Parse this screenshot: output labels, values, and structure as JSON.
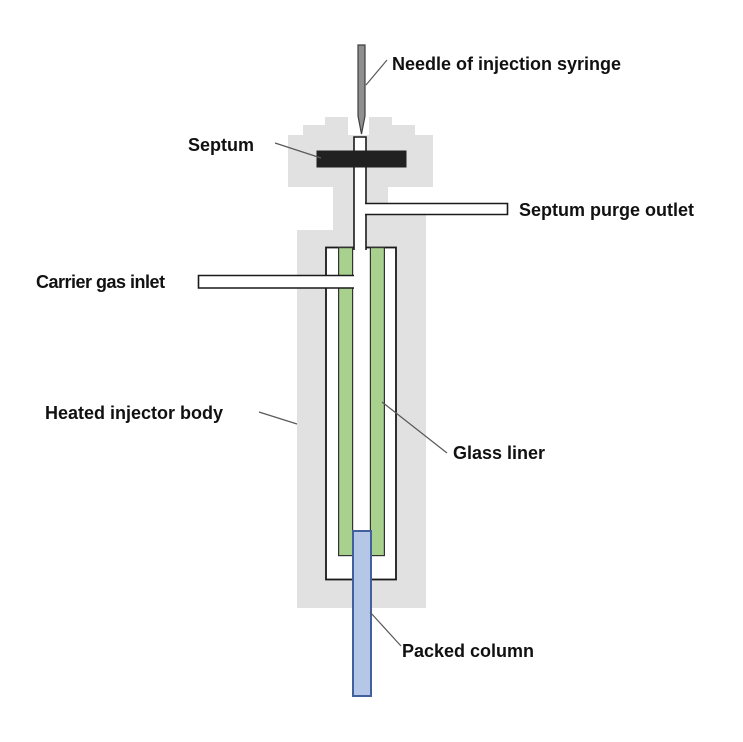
{
  "diagram": {
    "labels": {
      "needle": "Needle of injection syringe",
      "septum": "Septum",
      "septum_purge": "Septum purge outlet",
      "carrier_gas": "Carrier gas inlet",
      "injector_body": "Heated injector body",
      "glass_liner": "Glass liner",
      "packed_column": "Packed column"
    },
    "colors": {
      "background": "#ffffff",
      "body_gray": "#e1e1e1",
      "chamber_white": "#ffffff",
      "liner_green": "#a9d18e",
      "liner_green_border": "#333333",
      "column_blue": "#b4c7e7",
      "column_blue_border": "#41609d",
      "septum_black": "#212121",
      "needle_gray": "#8f8f8f",
      "needle_border": "#3f3f3f",
      "outline": "#1a1a1a",
      "pointer_line": "#595959",
      "label_text": "#111111"
    }
  }
}
